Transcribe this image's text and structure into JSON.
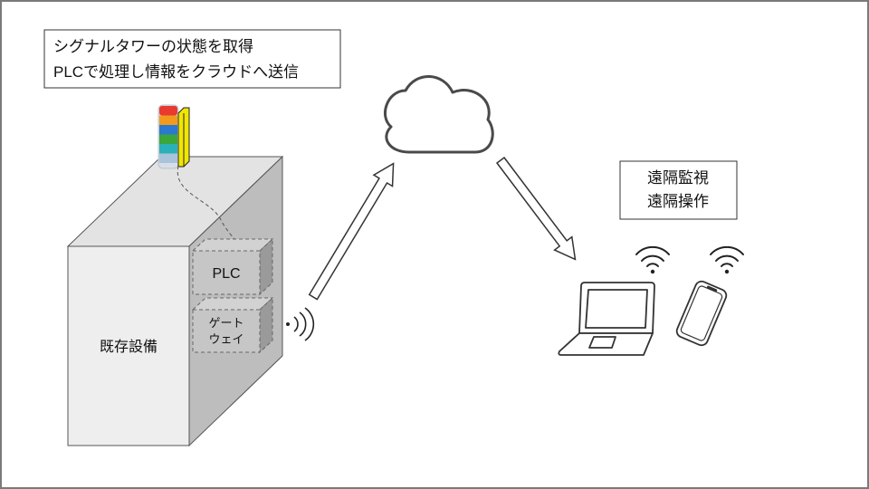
{
  "callout_top": {
    "line1": "シグナルタワーの状態を取得",
    "line2": "PLCで処理し情報をクラウドへ送信"
  },
  "callout_right": {
    "line1": "遠隔監視",
    "line2": "遠隔操作"
  },
  "equipment": {
    "label": "既存設備"
  },
  "plc": {
    "label": "PLC"
  },
  "gateway": {
    "line1": "ゲート",
    "line2": "ウェイ"
  },
  "signal_tower": {
    "colors": [
      "#e83a2f",
      "#f39a1e",
      "#2a78d1",
      "#3aa63c",
      "#2bb0b8",
      "#a9c3da"
    ]
  },
  "icons": {
    "cloud": "cloud-icon",
    "laptop": "laptop-icon",
    "smartphone": "smartphone-icon",
    "wifi": "wifi-icon",
    "radio": "radio-waves-icon"
  }
}
